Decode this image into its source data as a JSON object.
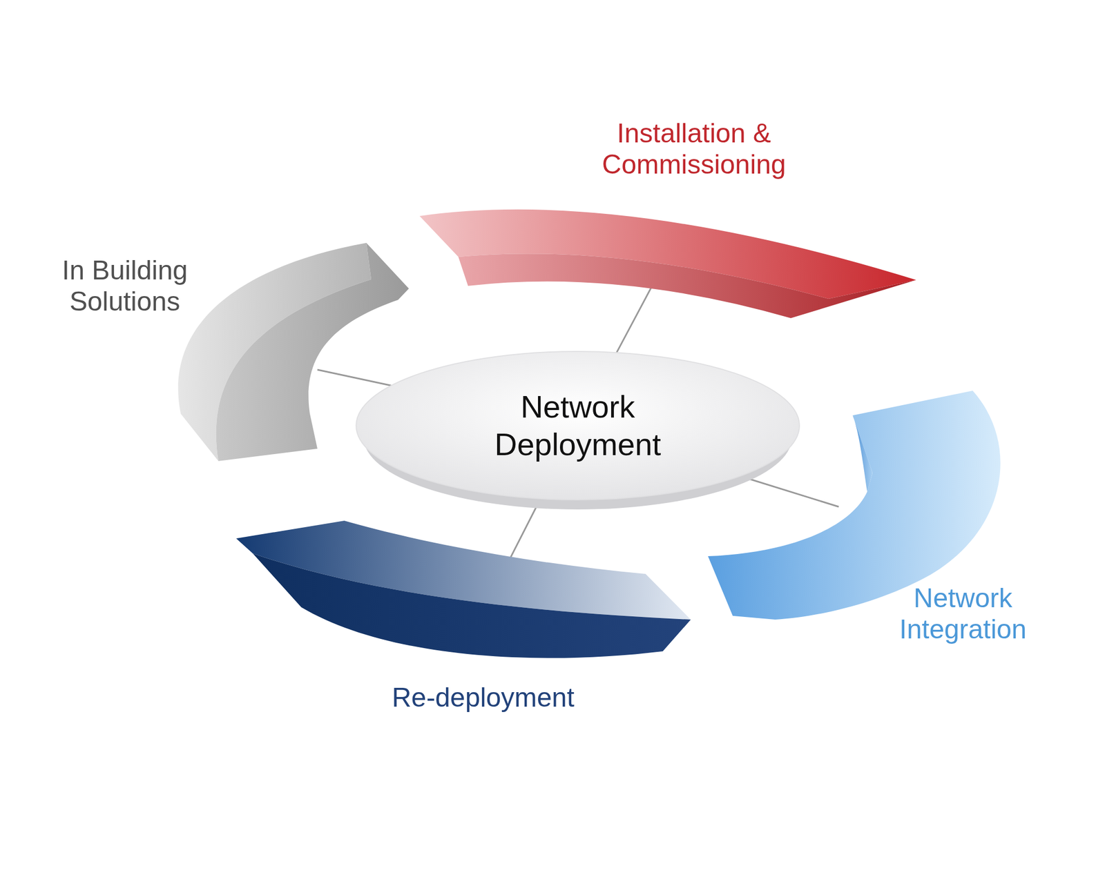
{
  "diagram": {
    "nodes": [
      {
        "text": [
          "Installation & Commissioning"
        ]
      },
      {
        "text": [
          "In Building Solutions"
        ]
      },
      {
        "text": [
          "Network Deployment"
        ]
      },
      {
        "text": [
          "Network Integration"
        ]
      },
      {
        "text": [
          "Re-deployment"
        ]
      }
    ],
    "edges": [
      {
        "from": 2,
        "to": 0,
        "arrow": "none"
      },
      {
        "from": 2,
        "to": 1,
        "arrow": "none"
      },
      {
        "from": 2,
        "to": 3,
        "arrow": "none"
      },
      {
        "from": 2,
        "to": 4,
        "arrow": "none"
      }
    ]
  }
}
